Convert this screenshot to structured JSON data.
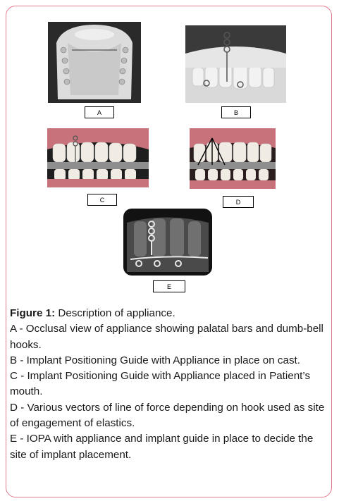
{
  "figure": {
    "panels": [
      {
        "id": "A",
        "label": "A",
        "icon": "occlusal-cast-photo"
      },
      {
        "id": "B",
        "label": "B",
        "icon": "implant-guide-cast-photo"
      },
      {
        "id": "C",
        "label": "C",
        "icon": "intraoral-guide-photo"
      },
      {
        "id": "D",
        "label": "D",
        "icon": "force-vectors-photo"
      },
      {
        "id": "E",
        "label": "E",
        "icon": "iopa-xray-photo"
      }
    ],
    "caption": {
      "title": "Figure 1:",
      "title_text": " Description of appliance.",
      "lines": [
        "A - Occlusal view of appliance showing palatal bars and dumb-bell hooks.",
        "B - Implant Positioning Guide with Appliance in place on cast.",
        "C - Implant Positioning Guide with Appliance placed in Patient’s mouth.",
        "D - Various vectors of line of force depending on hook used as site of engagement of elastics.",
        "E - IOPA with appliance and implant guide in place to decide the site of implant placement."
      ]
    },
    "colors": {
      "border": "#e07a8e",
      "text": "#1a1a1a"
    }
  }
}
